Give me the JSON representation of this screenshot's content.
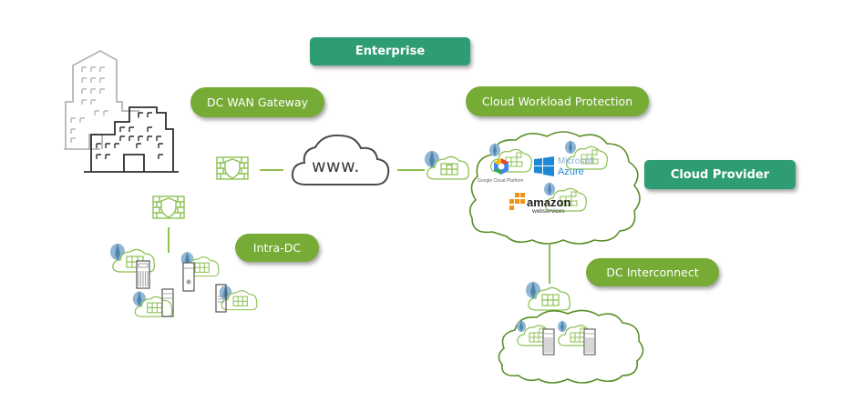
{
  "diagram": {
    "labels": {
      "enterprise": "Enterprise",
      "dc_wan_gateway": "DC WAN Gateway",
      "cloud_workload_protection": "Cloud Workload Protection",
      "cloud_provider": "Cloud Provider",
      "intra_dc": "Intra-DC",
      "dc_interconnect": "DC Interconnect"
    },
    "internet_cloud_text": "www.",
    "providers": {
      "google": "Google Cloud Platform",
      "microsoft_line1": "Microsoft",
      "microsoft_line2": "Azure",
      "amazon_line1": "amazon",
      "amazon_line2": "webservices"
    },
    "colors": {
      "teal_label": "#2e9d74",
      "green_label": "#76ab36",
      "icon_green": "#8cc152",
      "cloud_outline": "#5a8f2a",
      "building_gray": "#b0b0b0",
      "building_dark": "#333333",
      "kubernetes_blue": "#5a8fb5"
    }
  }
}
